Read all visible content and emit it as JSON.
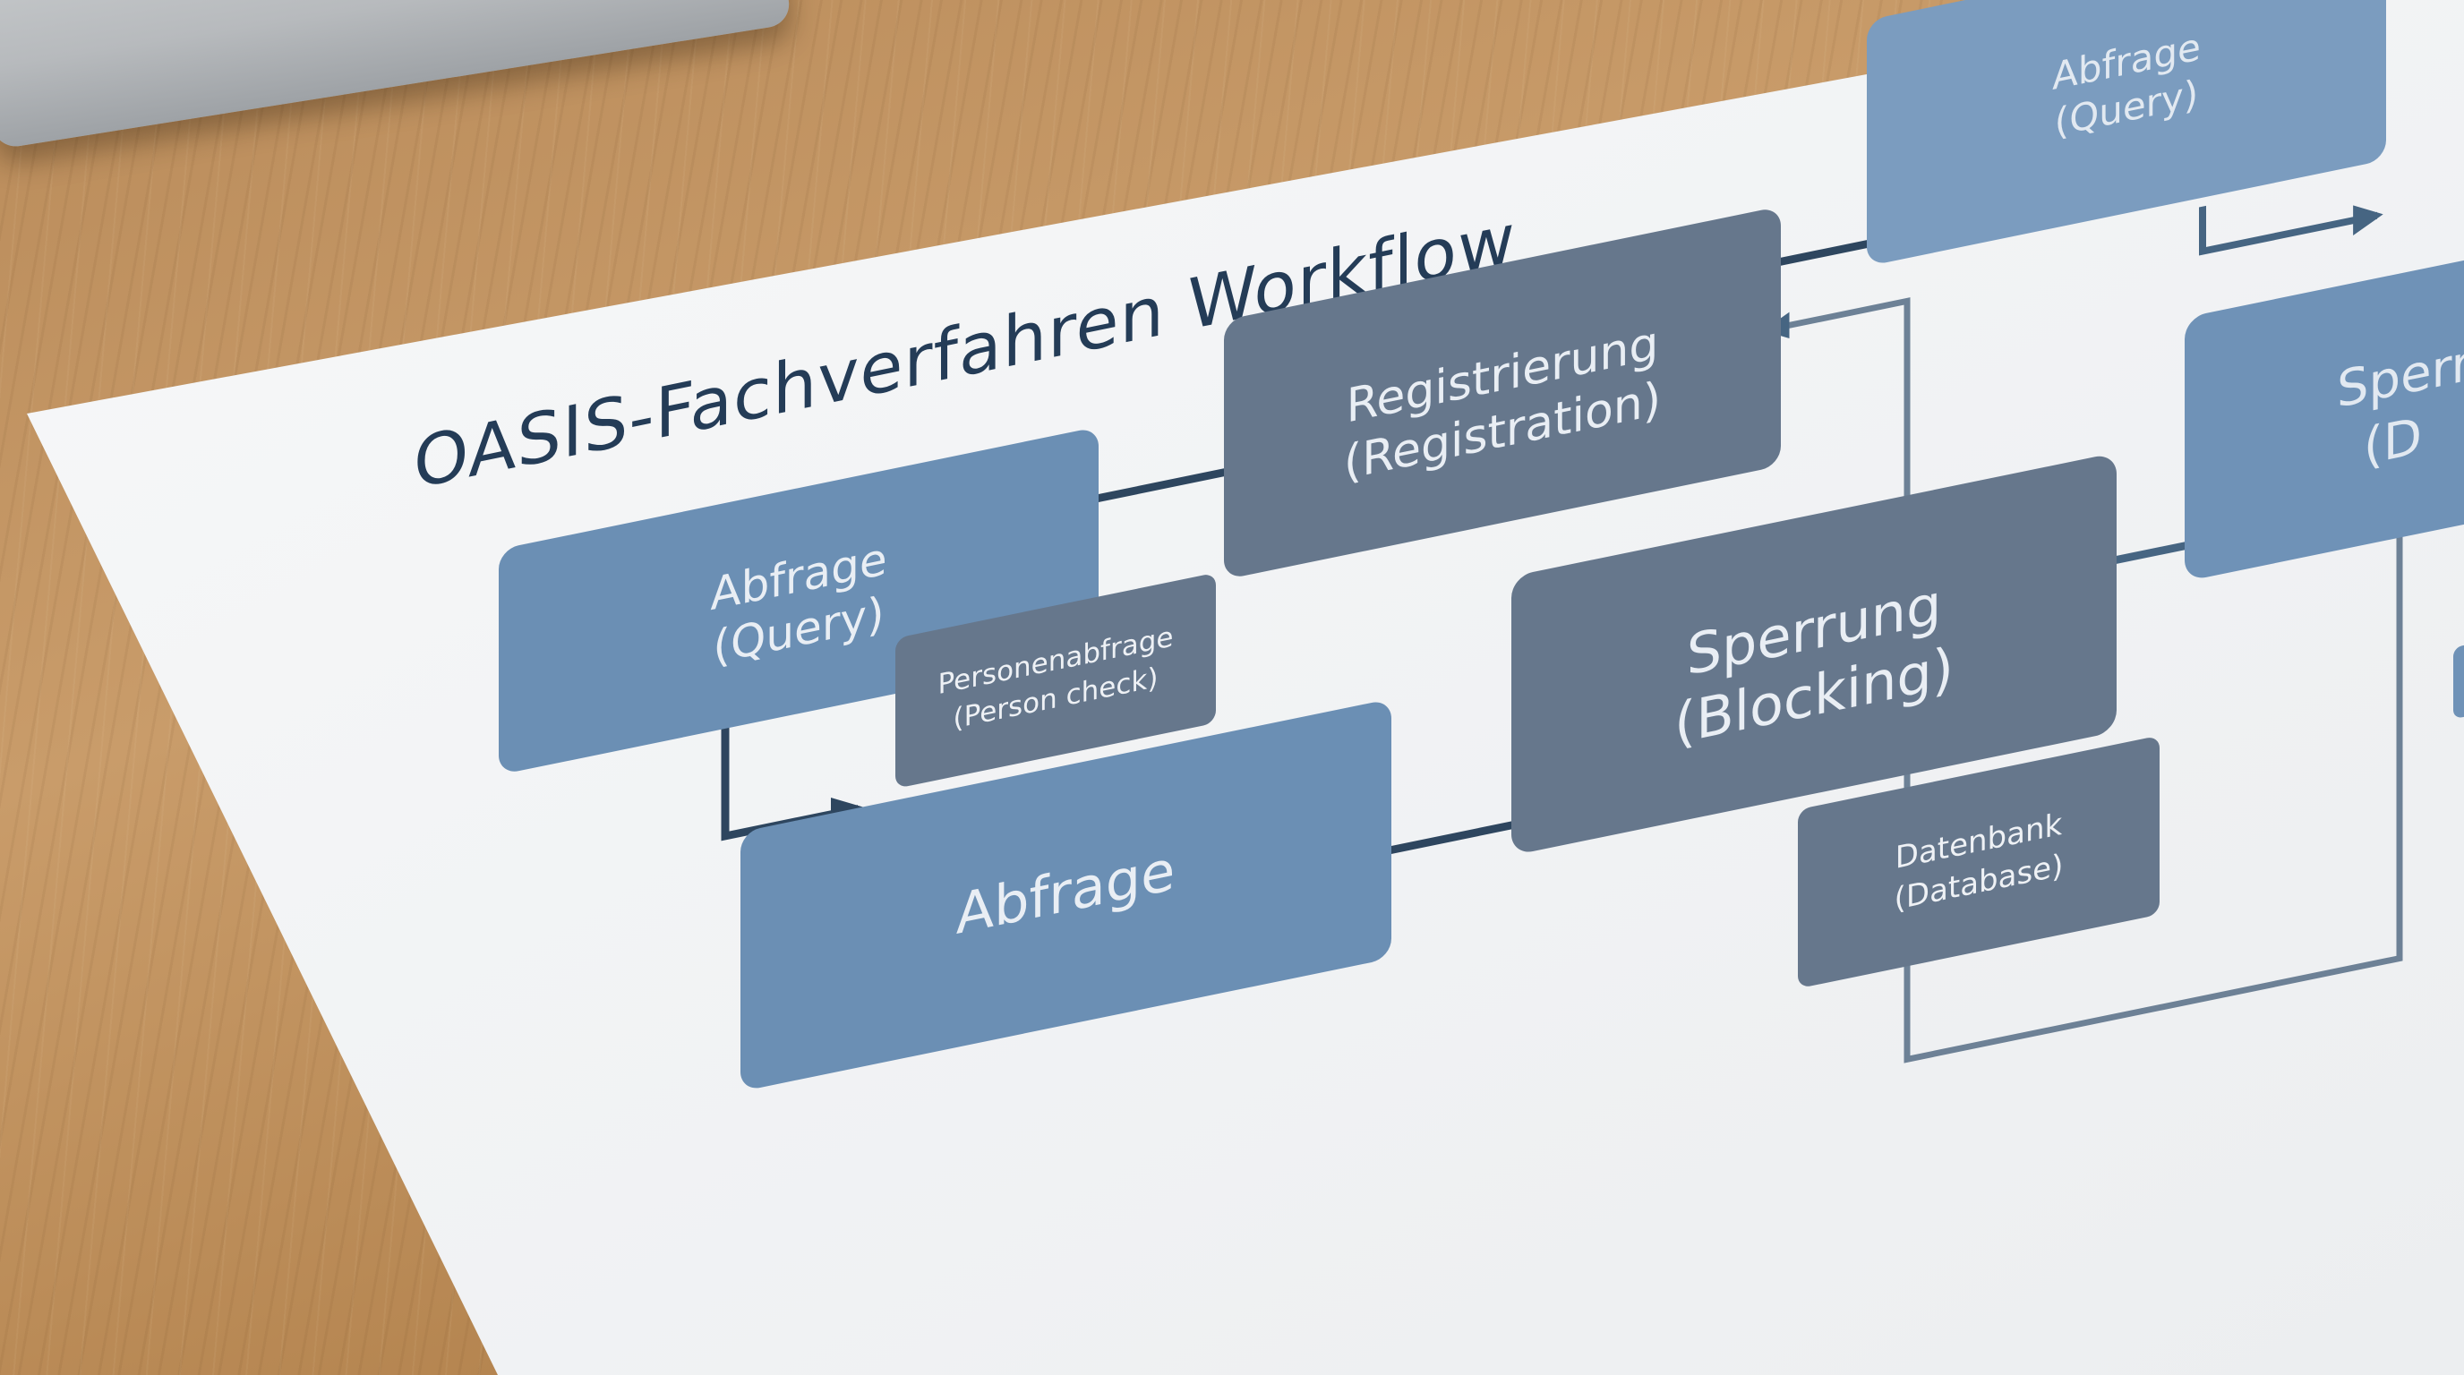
{
  "title": "OASIS-Fachverfahren Workflow",
  "nodes": {
    "abfrage_query": {
      "line1": "Abfrage",
      "line2": "(Query)"
    },
    "person_check": {
      "line1": "Personenabfrage",
      "line2": "(Person check)"
    },
    "abfrage": {
      "line1": "Abfrage"
    },
    "registrierung": {
      "line1": "Registrierung",
      "line2": "(Registration)"
    },
    "sperrung": {
      "line1": "Sperrung",
      "line2": "(Blocking)"
    },
    "datenbank": {
      "line1": "Datenbank",
      "line2": "(Database)"
    },
    "abfrage_query_right": {
      "line1": "Abfrage",
      "line2": "(Query)"
    },
    "sperr_cut": {
      "line1": "Sperr",
      "line2": "(D"
    }
  },
  "colors": {
    "light_box": "#6b8fb4",
    "dark_box": "#66778c",
    "arrow": "#2e465f",
    "title": "#243c57",
    "paper": "#f4f5f6"
  }
}
